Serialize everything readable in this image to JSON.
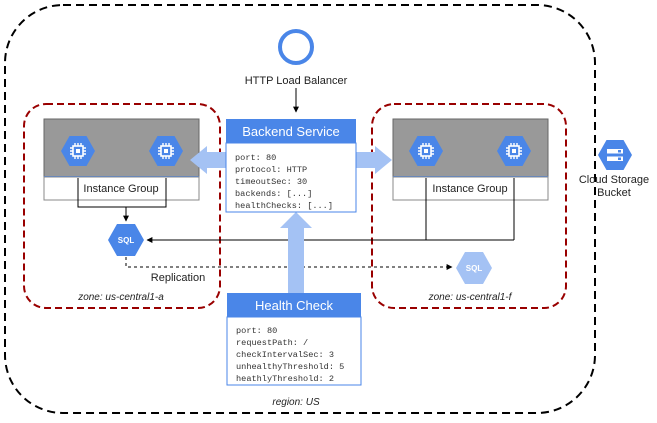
{
  "load_balancer": {
    "label": "HTTP Load Balancer"
  },
  "backend_service": {
    "title": "Backend Service",
    "config": [
      "port: 80",
      "protocol: HTTP",
      "timeoutSec: 30",
      "backends: [...]",
      "healthChecks: [...]"
    ]
  },
  "health_check": {
    "title": "Health Check",
    "config": [
      "port: 80",
      "requestPath: /",
      "checkIntervalSec: 3",
      "unhealthyThreshold: 5",
      "heathlyThreshold: 2"
    ]
  },
  "left_zone": {
    "label": "zone: us-central1-a",
    "group_label": "Instance Group",
    "sql_label": "SQL"
  },
  "right_zone": {
    "label": "zone: us-central1-f",
    "group_label": "Instance Group",
    "sql_label": "SQL"
  },
  "replication_label": "Replication",
  "storage": {
    "line1": "Cloud Storage",
    "line2": "Bucket"
  },
  "region_label": "region: US",
  "colors": {
    "blue": "#4a86e8",
    "dark_red": "#990000",
    "light_blue": "#a4c2f4",
    "gray": "#999999"
  }
}
